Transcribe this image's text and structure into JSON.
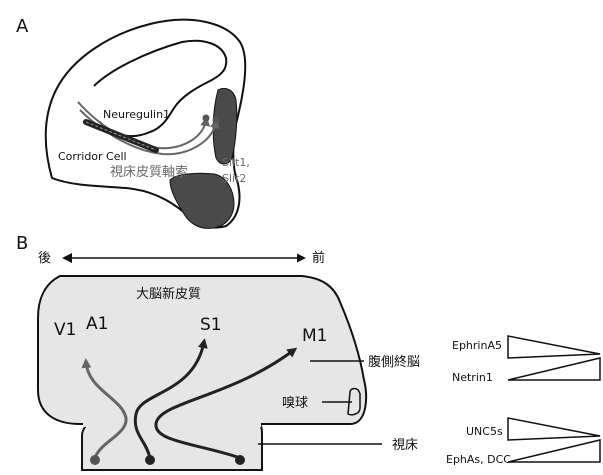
{
  "panels": {
    "a": {
      "letter": "A",
      "neuregulin": "Neuregulin1",
      "corridor_cell": "Corridor Cell",
      "slit_line1": "Slit1,",
      "slit_line2": "Slit2",
      "thalamocortical_axon": "視床皮質軸索"
    },
    "b": {
      "letter": "B",
      "posterior": "後",
      "anterior": "前",
      "cerebral_cortex": "大脳新皮質",
      "v1": "V1",
      "a1": "A1",
      "s1": "S1",
      "m1": "M1",
      "ventral_telencephalon": "腹側終脳",
      "olfactory_bulb": "嗅球",
      "thalamus": "視床"
    }
  },
  "gradients": [
    {
      "label": "EphrinA5",
      "orientation": "decreasing"
    },
    {
      "label": "Netrin1",
      "orientation": "increasing"
    },
    {
      "label": "UNC5s",
      "orientation": "decreasing"
    },
    {
      "label": "EphAs, DCC",
      "orientation": "increasing"
    }
  ],
  "colors": {
    "outline": "#111111",
    "hemisphere_fill": "#e6e6e6",
    "dark_region": "#4a4a4a",
    "axon_grey": "#555555"
  }
}
